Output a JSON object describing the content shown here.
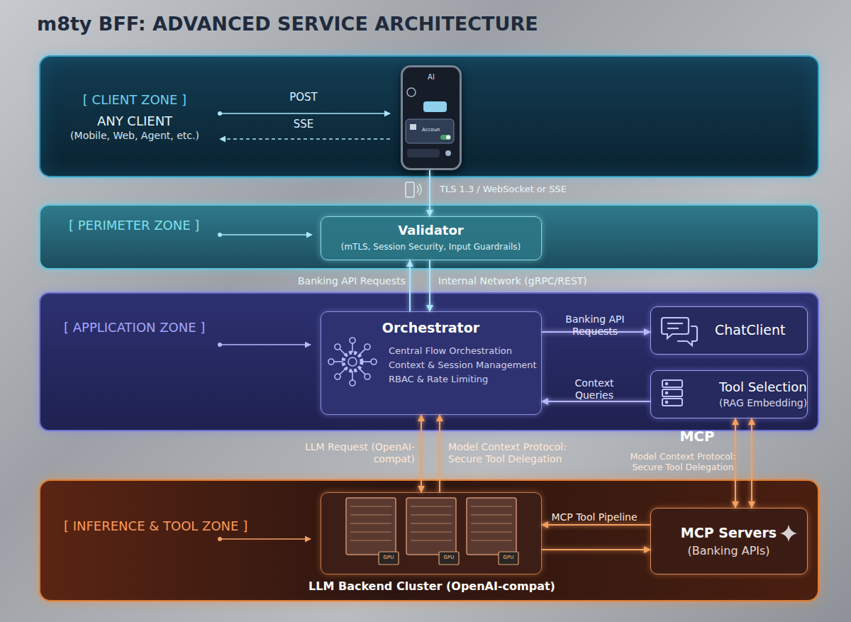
{
  "diagram": {
    "title": "m8ty BFF: ADVANCED SERVICE ARCHITECTURE",
    "nodes": [
      {
        "text": [
          "[ CLIENT ZONE ]",
          "ANY CLIENT",
          "(Mobile, Web, Agent, etc.)"
        ]
      },
      {
        "text": [
          "AI",
          "Accoun"
        ],
        "in": 0
      },
      {
        "text": [
          "[ PERIMETER ZONE ]"
        ]
      },
      {
        "text": [
          "Validator",
          "(mTLS, Session Security, Input Guardrails)"
        ],
        "in": 2
      },
      {
        "text": [
          "[ APPLICATION ZONE ]"
        ]
      },
      {
        "text": [
          "Orchestrator",
          "Central Flow Orchestration",
          "Context & Session Management",
          "RBAC & Rate Limiting"
        ],
        "in": 4
      },
      {
        "text": [
          "ChatClient"
        ],
        "in": 4
      },
      {
        "text": [
          "Tool Selection",
          "(RAG Embedding)"
        ],
        "in": 4
      },
      {
        "text": [
          "[ INFERENCE & TOOL ZONE ]"
        ]
      },
      {
        "text": [
          "LLM Backend Cluster (OpenAI-compat)"
        ],
        "in": 8
      },
      {
        "text": [
          "MCP Servers",
          "(Banking APIs)"
        ],
        "in": 8
      }
    ],
    "edges": [
      {
        "from": 1,
        "to": 3,
        "label": "TLS 1.3 / WebSocket or SSE",
        "arrow": "to"
      },
      {
        "from": 5,
        "to": 3,
        "label": "Banking API Requests",
        "arrow": "to"
      },
      {
        "from": 3,
        "to": 5,
        "label": "Internal Network (gRPC/REST)",
        "arrow": "to"
      },
      {
        "from": 5,
        "to": 6,
        "label": "Banking API Requests",
        "arrow": "to"
      },
      {
        "from": 7,
        "to": 5,
        "label": "Context Queries",
        "arrow": "to"
      },
      {
        "from": 5,
        "to": 9,
        "label": "LLM Request (OpenAI-compat)",
        "arrow": "both"
      },
      {
        "from": 9,
        "to": 5,
        "label": "Model Context Protocol: Secure Tool Delegation",
        "arrow": "to"
      },
      {
        "from": 7,
        "to": 10,
        "label": "Model Context Protocol: Secure Tool Delegation",
        "arrow": "both"
      },
      {
        "from": 10,
        "to": 7,
        "arrow": "both"
      },
      {
        "from": 10,
        "to": 9,
        "label": "MCP Tool Pipeline",
        "arrow": "to"
      },
      {
        "from": 9,
        "to": 10,
        "arrow": "to"
      }
    ],
    "labels": [
      "POST",
      "SSE",
      "GPU",
      "GPU",
      "GPU",
      "MCP"
    ]
  }
}
